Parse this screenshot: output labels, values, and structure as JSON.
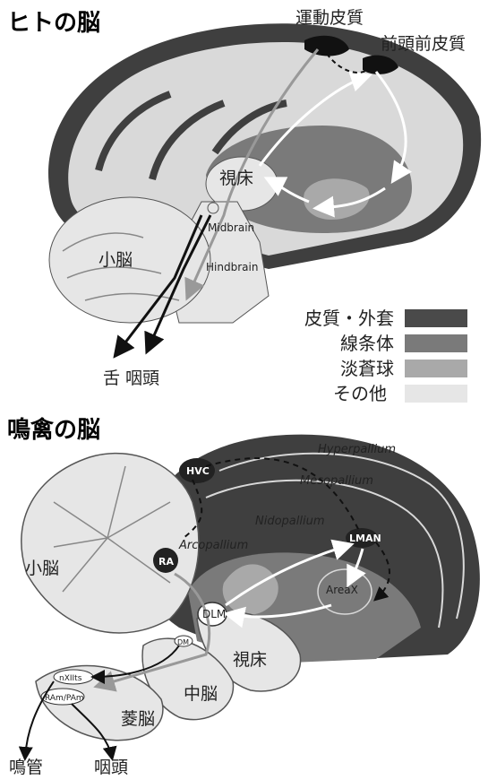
{
  "human": {
    "title": "ヒトの脳",
    "motor_cortex": "運動皮質",
    "prefrontal_cortex": "前頭前皮質",
    "thalamus": "視床",
    "cerebellum": "小脳",
    "midbrain": "Midbrain",
    "hindbrain": "Hindbrain",
    "output": "舌 咽頭"
  },
  "legend": [
    {
      "label": "皮質・外套",
      "color": "#4a4a4a"
    },
    {
      "label": "線条体",
      "color": "#7a7a7a"
    },
    {
      "label": "淡蒼球",
      "color": "#a9a9a9"
    },
    {
      "label": "その他",
      "color": "#e6e6e6"
    }
  ],
  "bird": {
    "title": "鳴禽の脳",
    "hvc": "HVC",
    "hyperpallium": "Hyperpallium",
    "mesopallium": "Mesopallium",
    "nidopallium": "Nidopallium",
    "lman": "LMAN",
    "ra": "RA",
    "arcopallium": "Arcopallium",
    "areax": "AreaX",
    "dlm": "DLM",
    "dm": "DM",
    "nxiits": "nXIIts",
    "rampam": "RAm/PAm",
    "cerebellum": "小脳",
    "thalamus": "視床",
    "midbrain": "中脳",
    "hindbrain": "菱脳",
    "syrinx": "鳴管",
    "pharynx": "咽頭"
  }
}
